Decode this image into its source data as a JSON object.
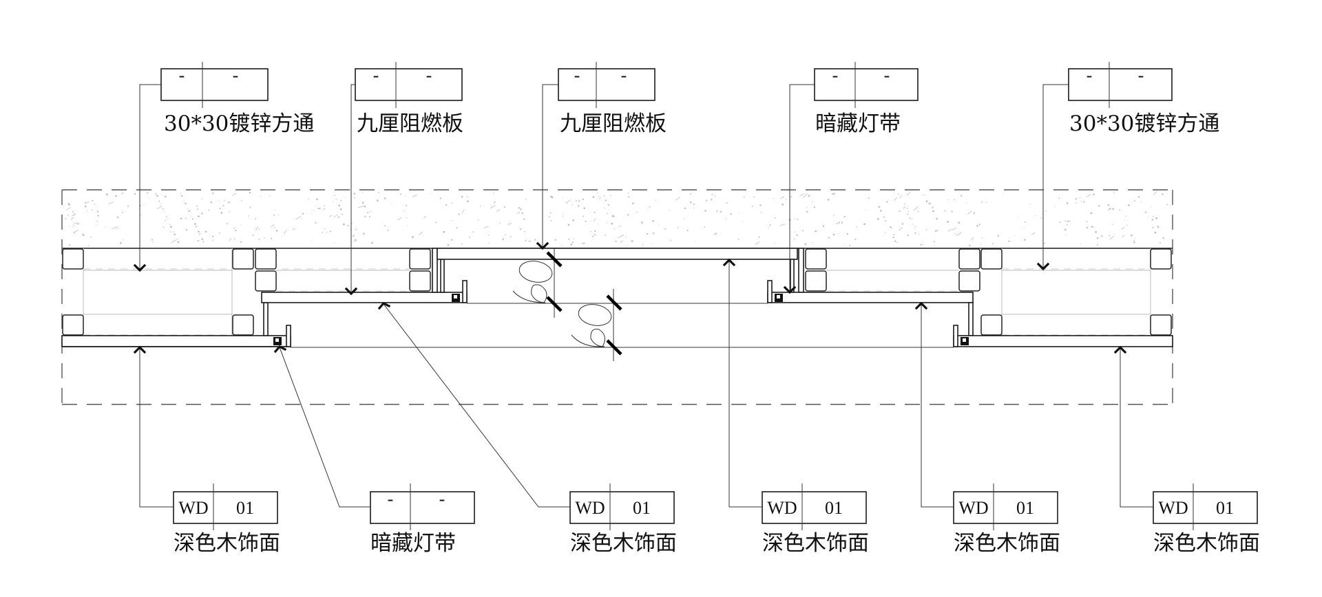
{
  "drawing": {
    "title": "Ceiling section detail – concealed light trough",
    "top_tags": [
      {
        "code": "-",
        "number": "-",
        "label": "30*30镀锌方通"
      },
      {
        "code": "-",
        "number": "-",
        "label": "九厘阻燃板"
      },
      {
        "code": "-",
        "number": "-",
        "label": "九厘阻燃板"
      },
      {
        "code": "-",
        "number": "-",
        "label": "暗藏灯带"
      },
      {
        "code": "-",
        "number": "-",
        "label": "30*30镀锌方通"
      }
    ],
    "bottom_tags": [
      {
        "code": "WD",
        "number": "01",
        "label": "深色木饰面"
      },
      {
        "code": "-",
        "number": "-",
        "label": "暗藏灯带"
      },
      {
        "code": "WD",
        "number": "01",
        "label": "深色木饰面"
      },
      {
        "code": "WD",
        "number": "01",
        "label": "深色木饰面"
      },
      {
        "code": "WD",
        "number": "01",
        "label": "深色木饰面"
      },
      {
        "code": "WD",
        "number": "01",
        "label": "深色木饰面"
      }
    ],
    "colors": {
      "line": "#1a1a1a",
      "background": "#ffffff",
      "hatch": "#bdbdbd"
    }
  }
}
